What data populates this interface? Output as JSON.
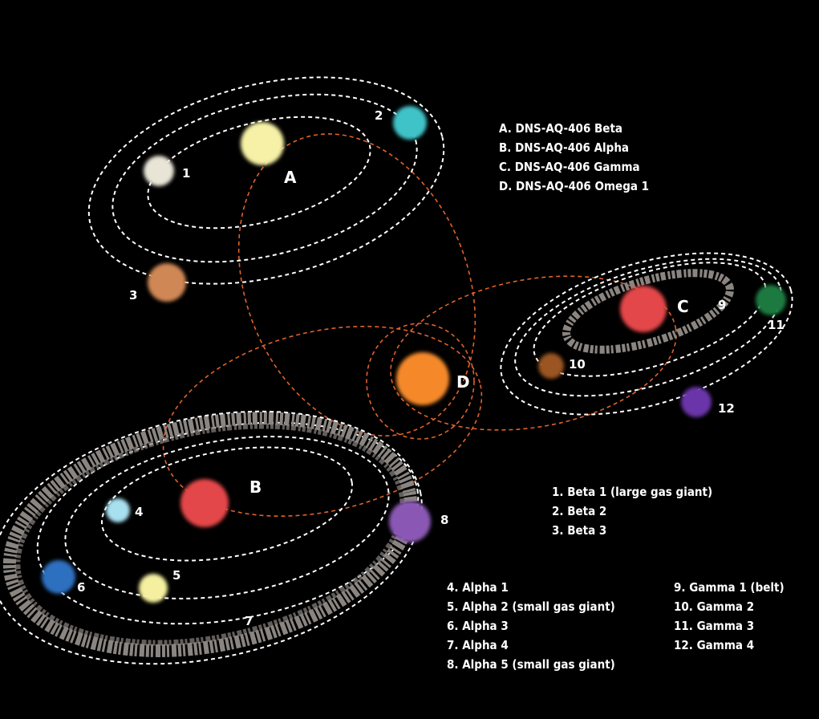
{
  "stars": [
    {
      "letter": "A",
      "color": "#f6f1a6"
    },
    {
      "letter": "B",
      "color": "#e4464a"
    },
    {
      "letter": "C",
      "color": "#e4464a"
    },
    {
      "letter": "D",
      "color": "#f5892a"
    }
  ],
  "planets": [
    {
      "number": "1",
      "color": "#e8e4d6"
    },
    {
      "number": "2",
      "color": "#3fc3c8"
    },
    {
      "number": "3",
      "color": "#cf8755"
    },
    {
      "number": "4",
      "color": "#a8e0f0"
    },
    {
      "number": "5",
      "color": "#f4f0a0"
    },
    {
      "number": "6",
      "color": "#2f6fc0"
    },
    {
      "number": "7",
      "color": "#8a8580"
    },
    {
      "number": "8",
      "color": "#8a58b4"
    },
    {
      "number": "9",
      "color": "#8a8580"
    },
    {
      "number": "10",
      "color": "#9a5420"
    },
    {
      "number": "11",
      "color": "#1f7a3f"
    },
    {
      "number": "12",
      "color": "#6a35a8"
    }
  ],
  "legend_stars": [
    "A. DNS-AQ-406 Beta",
    "B. DNS-AQ-406 Alpha",
    "C. DNS-AQ-406 Gamma",
    "D. DNS-AQ-406 Omega 1"
  ],
  "legend_beta": [
    "1. Beta 1 (large gas giant)",
    "2. Beta 2",
    "3. Beta 3"
  ],
  "legend_alpha": [
    "4. Alpha 1",
    "5. Alpha 2 (small gas giant)",
    "6. Alpha 3",
    "7. Alpha 4",
    "8. Alpha 5 (small gas giant)"
  ],
  "legend_gamma": [
    "9. Gamma 1 (belt)",
    "10. Gamma 2",
    "11. Gamma 3",
    "12. Gamma 4"
  ],
  "colors": {
    "background": "#000000",
    "orbit": "#ffffff",
    "binary_orbit": "#e0622a",
    "belt": "#8a8580"
  }
}
